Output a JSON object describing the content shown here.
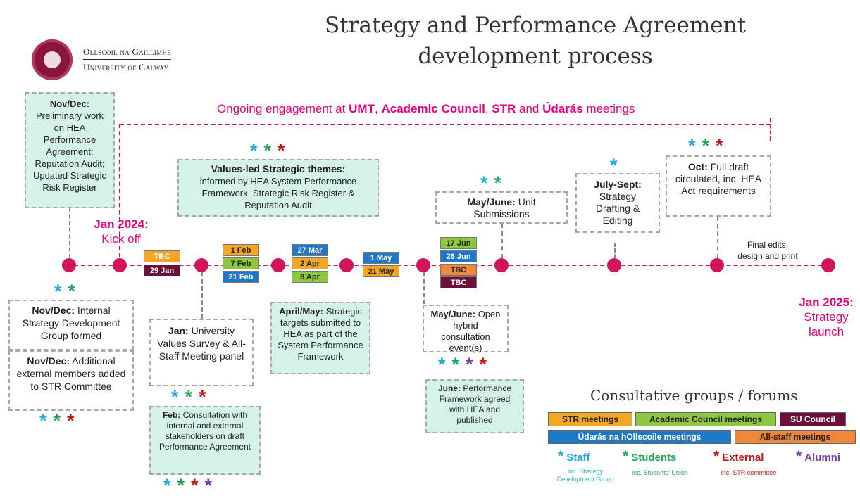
{
  "title_line1": "Strategy and Performance Agreement",
  "title_line2": "development process",
  "logo": {
    "line1": "Ollscoil na Gaillimhe",
    "line2": "University of Galway"
  },
  "engagement": {
    "prefix": "Ongoing engagement at ",
    "umt": "UMT",
    "sep1": ", ",
    "ac": "Academic Council",
    "sep2": ", ",
    "str": "STR",
    "and": " and ",
    "udaras": "Údarás",
    "suffix": " meetings"
  },
  "kickoff": {
    "date": "Jan 2024:",
    "label": "Kick off"
  },
  "launch": {
    "date": "Jan 2025:",
    "label1": "Strategy",
    "label2": "launch"
  },
  "final_edits": {
    "line1": "Final edits,",
    "line2": "design and print"
  },
  "boxes": {
    "novdec_prelim": {
      "bold": "Nov/Dec:",
      "text": "Preliminary work on HEA Performance Agreement; Reputation Audit; Updated Strategic Risk Register"
    },
    "values_themes": {
      "bold": "Values-led Strategic themes:",
      "text": "informed by HEA System Performance Framework, Strategic Risk Register & Reputation Audit"
    },
    "mayjune_unit": {
      "bold": "May/June:",
      "text": " Unit Submissions"
    },
    "july_sept": {
      "bold": "July-Sept:",
      "text": "Strategy Drafting & Editing"
    },
    "oct": {
      "bold": "Oct:",
      "text": " Full draft circulated, inc. HEA Act requirements"
    },
    "novdec_internal": {
      "bold": "Nov/Dec:",
      "text": " Internal Strategy Development Group formed"
    },
    "novdec_external": {
      "bold": "Nov/Dec:",
      "text": " Additional external members added to STR Committee"
    },
    "jan_survey": {
      "bold": "Jan:",
      "text": " University Values Survey & All-Staff Meeting panel"
    },
    "feb_consult": {
      "bold": "Feb:",
      "text": " Consultation with internal and external stakeholders on draft Performance Agreement"
    },
    "aprilmay": {
      "bold": "April/May:",
      "text": " Strategic targets submitted to HEA as part of the System Performance Framework"
    },
    "mayjune_open": {
      "bold": "May/June:",
      "text": " Open hybrid consultation event(s)"
    },
    "june_perf": {
      "bold": "June:",
      "text": " Performance Framework agreed with HEA and published"
    }
  },
  "date_tags": {
    "tbc1": "TBC",
    "jan29": "29 Jan",
    "feb1": "1 Feb",
    "feb7": "7 Feb",
    "feb21": "21 Feb",
    "mar27": "27 Mar",
    "apr2": "2 Apr",
    "apr8": "8 Apr",
    "may1": "1 May",
    "may21": "21 May",
    "jun17": "17 Jun",
    "jun26": "26 Jun",
    "tbc2": "TBC",
    "tbc3": "TBC"
  },
  "star_glyph": "*",
  "legend": {
    "title": "Consultative groups / forums",
    "str": "STR meetings",
    "ac": "Academic Council meetings",
    "su": "SU Council",
    "udaras": "Údarás na hOllscoile meetings",
    "allstaff": "All-staff meetings",
    "staff": "Staff",
    "staff_sub1": "inc. Strategy",
    "staff_sub2": "Development Group",
    "students": "Students",
    "students_sub": "inc. Students' Union",
    "external": "External",
    "external_sub": "inc. STR committee",
    "alumni": "Alumni"
  },
  "colors": {
    "pink": "#e6007e",
    "node": "#d4145a",
    "str_orange": "#f5a623",
    "ac_green": "#8dc63f",
    "su_maroon": "#6d0f3a",
    "udaras_blue": "#1f78c8",
    "allstaff_orange": "#f0883a",
    "staff": "#29a9e0",
    "students": "#23a65a",
    "external": "#c01a1a",
    "alumni": "#7b3fb0"
  }
}
